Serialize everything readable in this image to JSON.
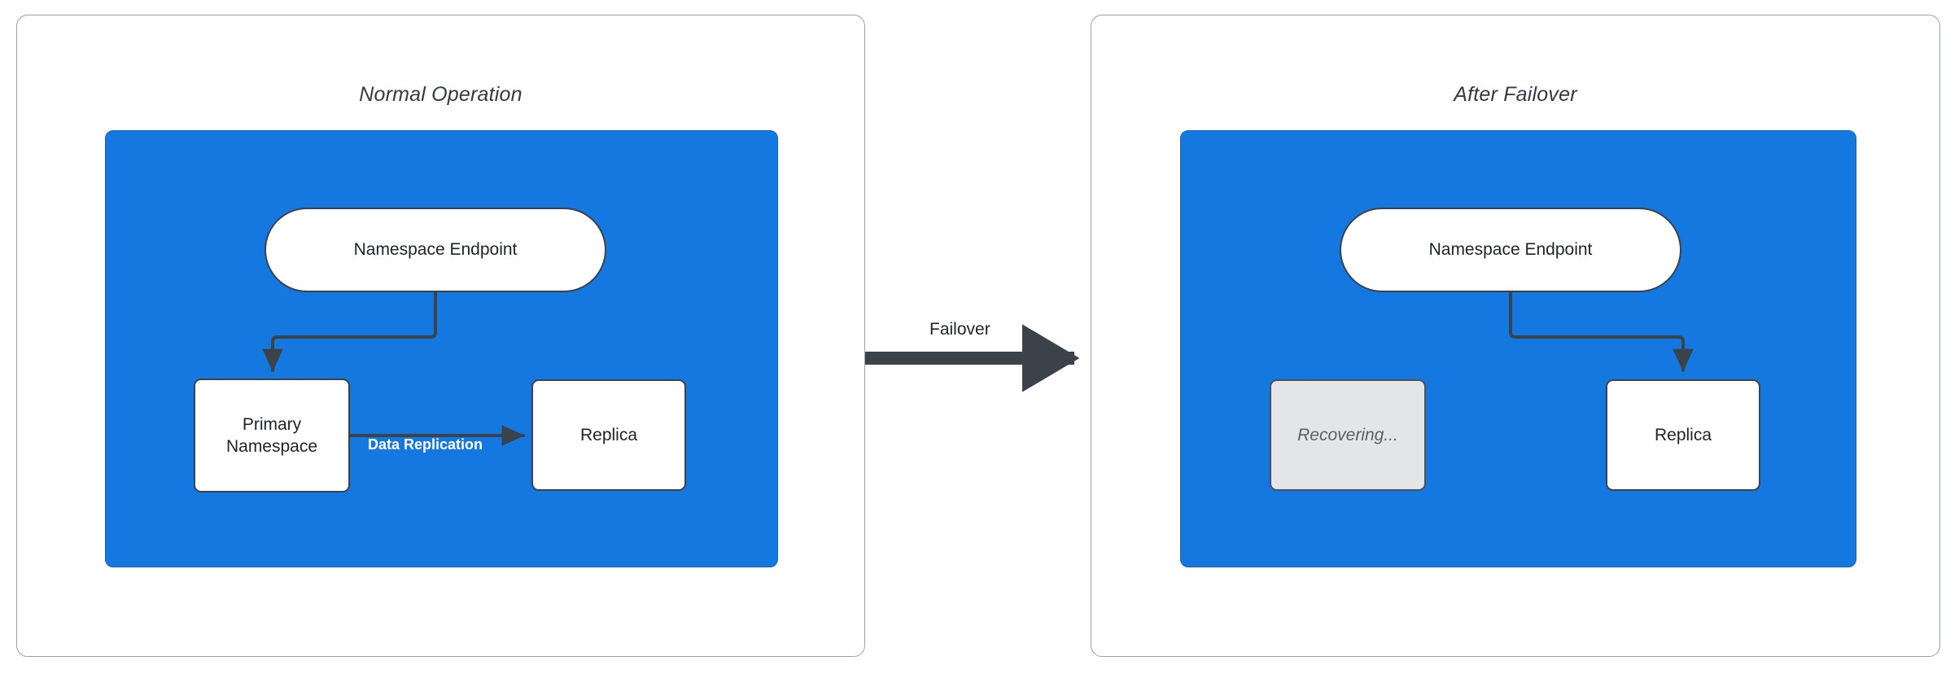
{
  "diagram": {
    "title_hidden": "",
    "colors": {
      "zone_blue": "#1478e0",
      "panel_border": "#9aa0a6",
      "node_border": "#3b424a",
      "muted_fill": "#e3e5e7",
      "edge_stroke": "#3b424a",
      "edge_label_white": "#ffffff"
    }
  },
  "panels": [
    {
      "id": "normal-operation",
      "title": "Normal Operation",
      "nodes": [
        {
          "id": "endpoint",
          "label": "Namespace Endpoint",
          "shape": "pill",
          "state": "active"
        },
        {
          "id": "primary",
          "label": "Primary Namespace",
          "shape": "box",
          "state": "active"
        },
        {
          "id": "replica",
          "label": "Replica",
          "shape": "box",
          "state": "active"
        }
      ],
      "edges": [
        {
          "from": "endpoint",
          "to": "primary",
          "label": ""
        },
        {
          "from": "primary",
          "to": "replica",
          "label": "Data Replication"
        }
      ]
    },
    {
      "id": "after-failover",
      "title": "After Failover",
      "nodes": [
        {
          "id": "endpoint",
          "label": "Namespace Endpoint",
          "shape": "pill",
          "state": "active"
        },
        {
          "id": "recovering",
          "label": "Recovering...",
          "shape": "box",
          "state": "muted"
        },
        {
          "id": "replica",
          "label": "Replica",
          "shape": "box",
          "state": "active"
        }
      ],
      "edges": [
        {
          "from": "endpoint",
          "to": "replica",
          "label": ""
        }
      ]
    }
  ],
  "transition": {
    "label": "Failover",
    "direction": "left-to-right"
  },
  "node_labels": {
    "namespace_endpoint": "Namespace Endpoint",
    "primary_namespace": "Primary Namespace",
    "replica": "Replica",
    "recovering": "Recovering..."
  }
}
